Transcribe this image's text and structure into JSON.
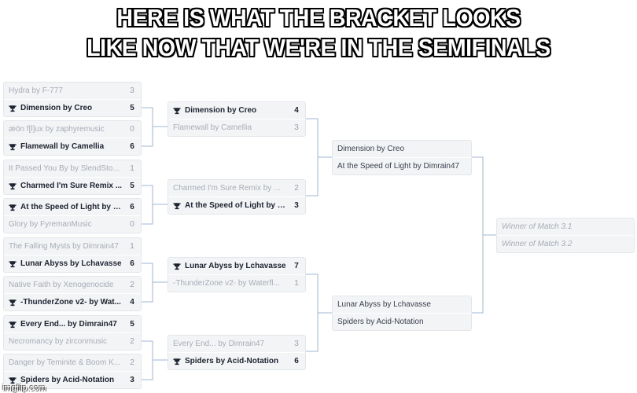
{
  "caption": {
    "line1": "HERE IS WHAT THE BRACKET LOOKS",
    "line2": "LIKE NOW THAT WE'RE IN THE SEMIFINALS"
  },
  "round1": [
    {
      "top": {
        "name": "Hydra by F-777",
        "score": "3",
        "win": false
      },
      "bottom": {
        "name": "Dimension by Creo",
        "score": "5",
        "win": true
      }
    },
    {
      "top": {
        "name": "æön f[l]ux by zaphyremusic",
        "score": "0",
        "win": false
      },
      "bottom": {
        "name": "Flamewall by Camellia",
        "score": "6",
        "win": true
      }
    },
    {
      "top": {
        "name": "It Passed You By by SlendSto...",
        "score": "1",
        "win": false
      },
      "bottom": {
        "name": "Charmed I'm Sure Remix ...",
        "score": "5",
        "win": true
      }
    },
    {
      "top": {
        "name": "At the Speed of Light by D...",
        "score": "6",
        "win": true
      },
      "bottom": {
        "name": "Glory by FyremanMusic",
        "score": "0",
        "win": false
      }
    },
    {
      "top": {
        "name": "The Falling Mysts by Dimrain47",
        "score": "1",
        "win": false
      },
      "bottom": {
        "name": "Lunar Abyss by Lchavasse",
        "score": "6",
        "win": true
      }
    },
    {
      "top": {
        "name": "Native Faith by Xenogenocide",
        "score": "2",
        "win": false
      },
      "bottom": {
        "name": "-ThunderZone v2- by Wat...",
        "score": "4",
        "win": true
      }
    },
    {
      "top": {
        "name": "Every End... by Dimrain47",
        "score": "5",
        "win": true
      },
      "bottom": {
        "name": "Necromancy by zirconmusic",
        "score": "2",
        "win": false
      }
    },
    {
      "top": {
        "name": "Danger by Teminite & Boom K...",
        "score": "2",
        "win": false
      },
      "bottom": {
        "name": "Spiders by Acid-Notation",
        "score": "3",
        "win": true
      }
    }
  ],
  "round2": [
    {
      "top": {
        "name": "Dimension by Creo",
        "score": "4",
        "win": true
      },
      "bottom": {
        "name": "Flamewall by Camellia",
        "score": "3",
        "win": false
      }
    },
    {
      "top": {
        "name": "Charmed I'm Sure Remix by ...",
        "score": "2",
        "win": false
      },
      "bottom": {
        "name": "At the Speed of Light by D...",
        "score": "3",
        "win": true
      }
    },
    {
      "top": {
        "name": "Lunar Abyss by Lchavasse",
        "score": "7",
        "win": true
      },
      "bottom": {
        "name": "-ThunderZone v2- by Waterfl...",
        "score": "1",
        "win": false
      }
    },
    {
      "top": {
        "name": "Every End... by Dimrain47",
        "score": "3",
        "win": false
      },
      "bottom": {
        "name": "Spiders by Acid-Notation",
        "score": "6",
        "win": true
      }
    }
  ],
  "round3": [
    {
      "top": {
        "name": "Dimension by Creo"
      },
      "bottom": {
        "name": "At the Speed of Light by Dimrain47"
      }
    },
    {
      "top": {
        "name": "Lunar Abyss by Lchavasse"
      },
      "bottom": {
        "name": "Spiders by Acid-Notation"
      }
    }
  ],
  "final": {
    "top": {
      "name": "Winner of Match 3.1"
    },
    "bottom": {
      "name": "Winner of Match 3.2"
    }
  },
  "watermark": "imgflip.com",
  "colors": {
    "card_bg": "#f3f4f6",
    "winner_text": "#1d2430",
    "loser_text": "#a7adb5",
    "connector": "#9fb7d6"
  },
  "icons": {
    "winner_marker": "trophy-icon"
  }
}
